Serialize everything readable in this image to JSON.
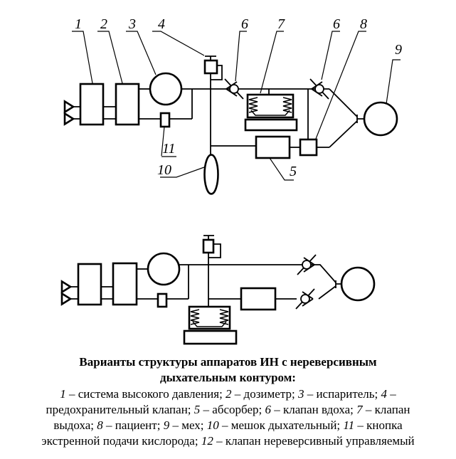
{
  "page": {
    "background": "#ffffff",
    "line_color": "#000000"
  },
  "diagram1": {
    "labels": {
      "n1": "1",
      "n2": "2",
      "n3": "3",
      "n4": "4",
      "n6a": "6",
      "n7": "7",
      "n6b": "6",
      "n8": "8",
      "n9": "9",
      "n10": "10",
      "n11": "11",
      "n5": "5"
    }
  },
  "caption": {
    "title_line1": "Варианты структуры аппаратов ИН с нереверсивным",
    "title_line2": "дыхательным контуром:",
    "dash": "–",
    "item_separator": "; ",
    "legend": [
      {
        "num": "1",
        "text": "система высокого давления"
      },
      {
        "num": "2",
        "text": "дозиметр"
      },
      {
        "num": "3",
        "text": "испаритель"
      },
      {
        "num": "4",
        "text": "предохранительный клапан"
      },
      {
        "num": "5",
        "text": "абсорбер"
      },
      {
        "num": "6",
        "text": "клапан вдоха"
      },
      {
        "num": "7",
        "text": "клапан выдоха"
      },
      {
        "num": "8",
        "text": "пациент"
      },
      {
        "num": "9",
        "text": "мех"
      },
      {
        "num": "10",
        "text": "мешок дыхательный"
      },
      {
        "num": "11",
        "text": "кнопка экстренной подачи кислорода"
      },
      {
        "num": "12",
        "text": "клапан нереверсивный управляемый"
      }
    ]
  }
}
